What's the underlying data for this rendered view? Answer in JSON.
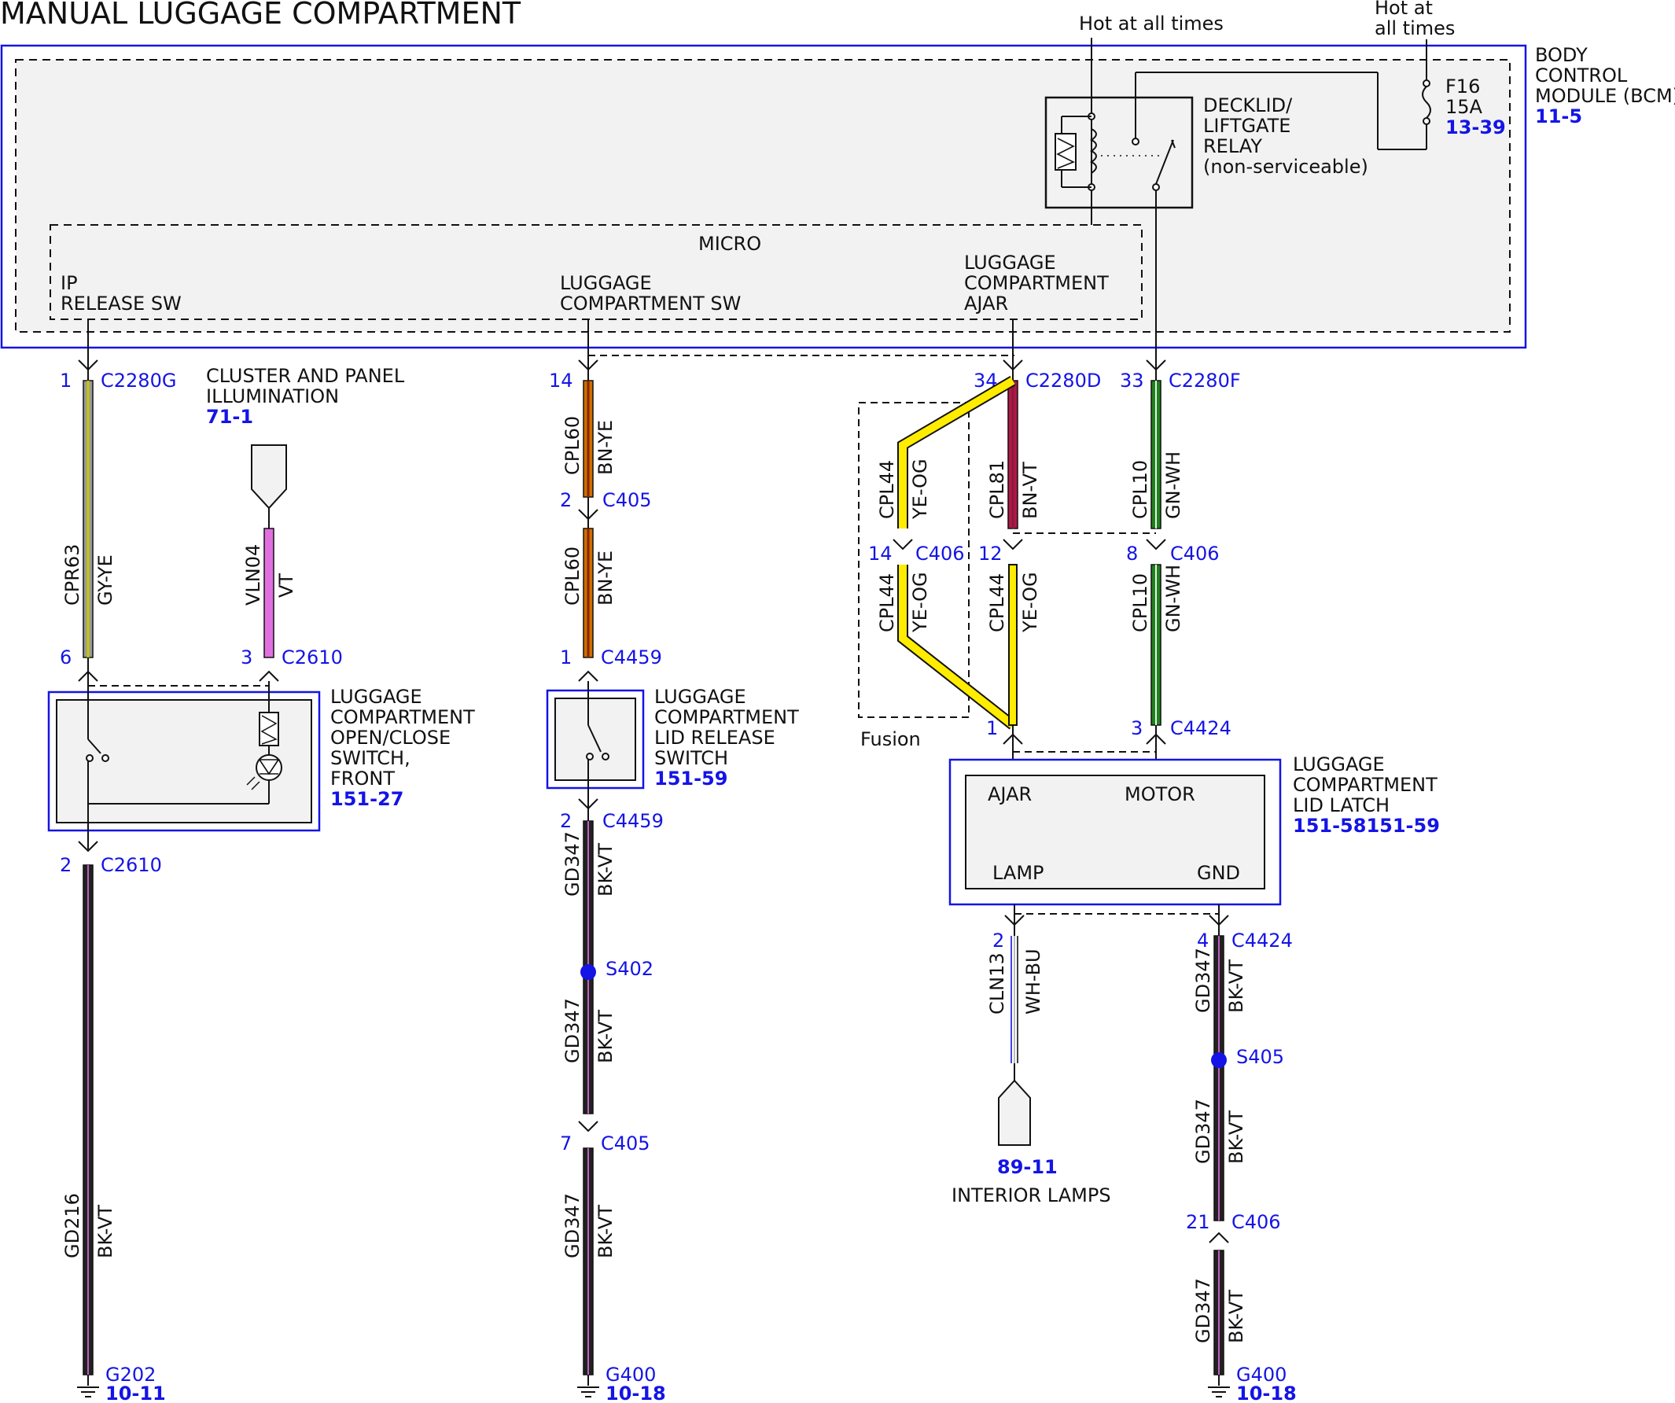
{
  "title": "MANUAL LUGGAGE COMPARTMENT",
  "hot1": "Hot at all times",
  "hot2": [
    "Hot at",
    "all times"
  ],
  "bcm": {
    "lines": [
      "BODY",
      "CONTROL",
      "MODULE (BCM)"
    ],
    "ref": "11-5"
  },
  "fuse": {
    "name": "F16",
    "rating": "15A",
    "ref": "13-39"
  },
  "relay": {
    "lines": [
      "DECKLID/",
      "LIFTGATE",
      "RELAY",
      "(non-serviceable)"
    ]
  },
  "micro": {
    "label": "MICRO",
    "ip": [
      "IP",
      "RELEASE SW"
    ],
    "lsw": [
      "LUGGAGE",
      "COMPARTMENT SW"
    ],
    "ajar": [
      "LUGGAGE",
      "COMPARTMENT",
      "AJAR"
    ]
  },
  "cluster": {
    "lines": [
      "CLUSTER AND PANEL",
      "ILLUMINATION"
    ],
    "ref": "71-1"
  },
  "switch_front": {
    "lines": [
      "LUGGAGE",
      "COMPARTMENT",
      "OPEN/CLOSE",
      "SWITCH,",
      "FRONT"
    ],
    "ref": "151-27"
  },
  "switch_lid": {
    "lines": [
      "LUGGAGE",
      "COMPARTMENT",
      "LID RELEASE",
      "SWITCH"
    ],
    "ref": "151-59"
  },
  "latch": {
    "lines": [
      "LUGGAGE",
      "COMPARTMENT",
      "LID LATCH"
    ],
    "ref": "151-58151-59",
    "pins": {
      "ajar": "AJAR",
      "motor": "MOTOR",
      "lamp": "LAMP",
      "gnd": "GND"
    }
  },
  "interior": {
    "ref": "89-11",
    "label": "INTERIOR LAMPS"
  },
  "fusion": "Fusion",
  "pins": {
    "p1": "1",
    "c2280g": "C2280G",
    "p6": "6",
    "p3": "3",
    "c2610a": "C2610",
    "p2a": "2",
    "c2610b": "C2610",
    "p14a": "14",
    "p2b": "2",
    "c405a": "C405",
    "p1b": "1",
    "c4459a": "C4459",
    "p2c": "2",
    "c4459b": "C4459",
    "s402": "S402",
    "p7": "7",
    "c405b": "C405",
    "p34": "34",
    "c2280d": "C2280D",
    "p33": "33",
    "c2280f": "C2280F",
    "p14b": "14",
    "c406a": "C406",
    "p12": "12",
    "p8": "8",
    "c406b": "C406",
    "p1c": "1",
    "p3b": "3",
    "c4424a": "C4424",
    "p2d": "2",
    "p4": "4",
    "c4424b": "C4424",
    "s405": "S405",
    "p21": "21",
    "c406c": "C406"
  },
  "wires": {
    "cpr63": "CPR63",
    "gyye": "GY-YE",
    "vln04": "VLN04",
    "vt": "VT",
    "gd216": "GD216",
    "bkvt": "BK-VT",
    "cpl60": "CPL60",
    "bnye": "BN-YE",
    "gd347": "GD347",
    "cpl44": "CPL44",
    "yeog": "YE-OG",
    "cpl81": "CPL81",
    "bnvt": "BN-VT",
    "cpl10": "CPL10",
    "gnwh": "GN-WH",
    "cln13": "CLN13",
    "whbu": "WH-BU"
  },
  "grounds": {
    "g202": "G202",
    "g202ref": "10-11",
    "g400a": "G400",
    "g400aref": "10-18",
    "g400b": "G400",
    "g400bref": "10-18"
  }
}
